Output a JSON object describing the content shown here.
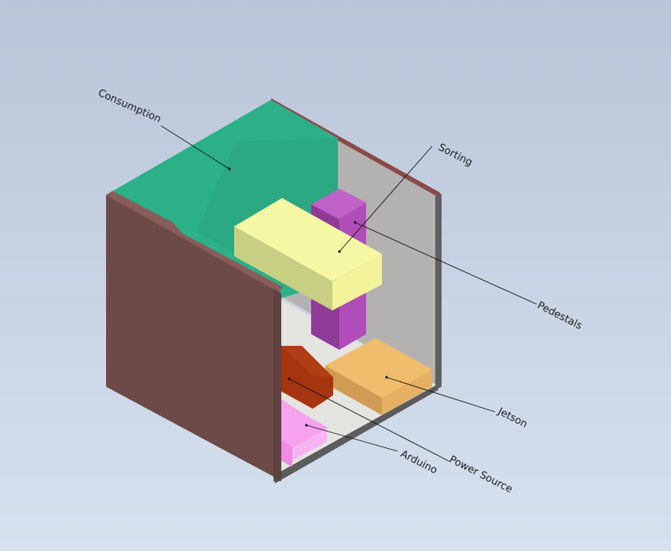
{
  "model_view": {
    "assembly": "enclosure-box",
    "callouts": [
      {
        "key": "consumption",
        "label": "Consumption"
      },
      {
        "key": "sorting",
        "label": "Sorting"
      },
      {
        "key": "pedestals",
        "label": "Pedestals"
      },
      {
        "key": "jetson",
        "label": "Jetson"
      },
      {
        "key": "power_source",
        "label": "Power Source"
      },
      {
        "key": "arduino",
        "label": "Arduino"
      }
    ]
  },
  "colors": {
    "consumption": "#2bb088",
    "sorting": "#f6f7a4",
    "pedestals": "#b04db8",
    "jetson": "#efbd6c",
    "power_source": "#a53510",
    "arduino": "#f6a2ee",
    "housing": "#6c4a48",
    "back_wall": "#b3b2b1",
    "floor": "#e4e4e0"
  }
}
